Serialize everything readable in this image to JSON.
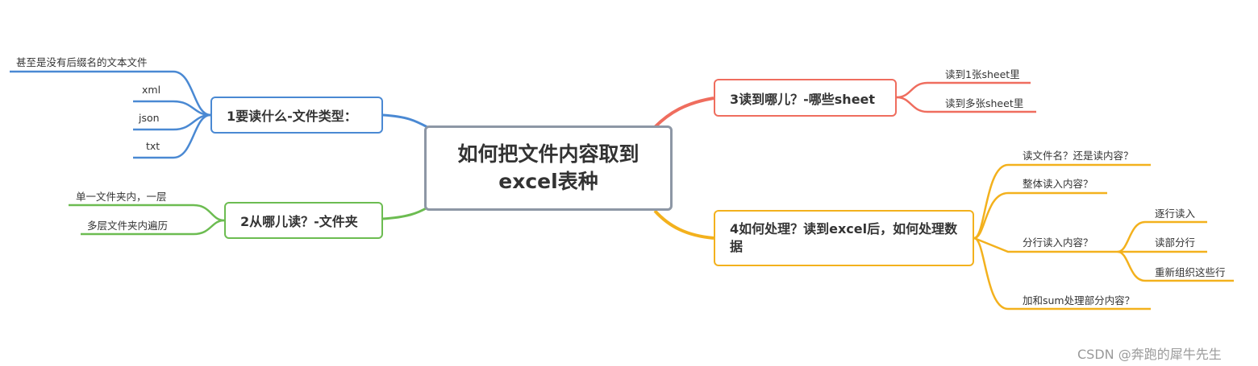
{
  "central": {
    "line1": "如何把文件内容取到",
    "line2": "excel表种"
  },
  "branches": {
    "b1": {
      "label": "1要读什么-文件类型：",
      "color": "#4a89d3",
      "leaves": [
        "甚至是没有后缀名的文本文件",
        "xml",
        "json",
        "txt"
      ]
    },
    "b2": {
      "label": "2从哪儿读？-文件夹",
      "color": "#6cbc51",
      "leaves": [
        "单一文件夹内，一层",
        "多层文件夹内遍历"
      ]
    },
    "b3": {
      "label": "3读到哪儿？-哪些sheet",
      "color": "#ef6d5e",
      "leaves": [
        "读到1张sheet里",
        "读到多张sheet里"
      ]
    },
    "b4": {
      "label": "4如何处理？读到excel后，如何处理数据",
      "color": "#f3b11d",
      "leaves": [
        "读文件名？还是读内容？",
        "整体读入内容？",
        "分行读入内容？",
        "加和sum处理部分内容？"
      ],
      "subleaves": [
        "逐行读入",
        "读部分行",
        "重新组织这些行"
      ]
    }
  },
  "watermark": "CSDN @奔跑的犀牛先生"
}
